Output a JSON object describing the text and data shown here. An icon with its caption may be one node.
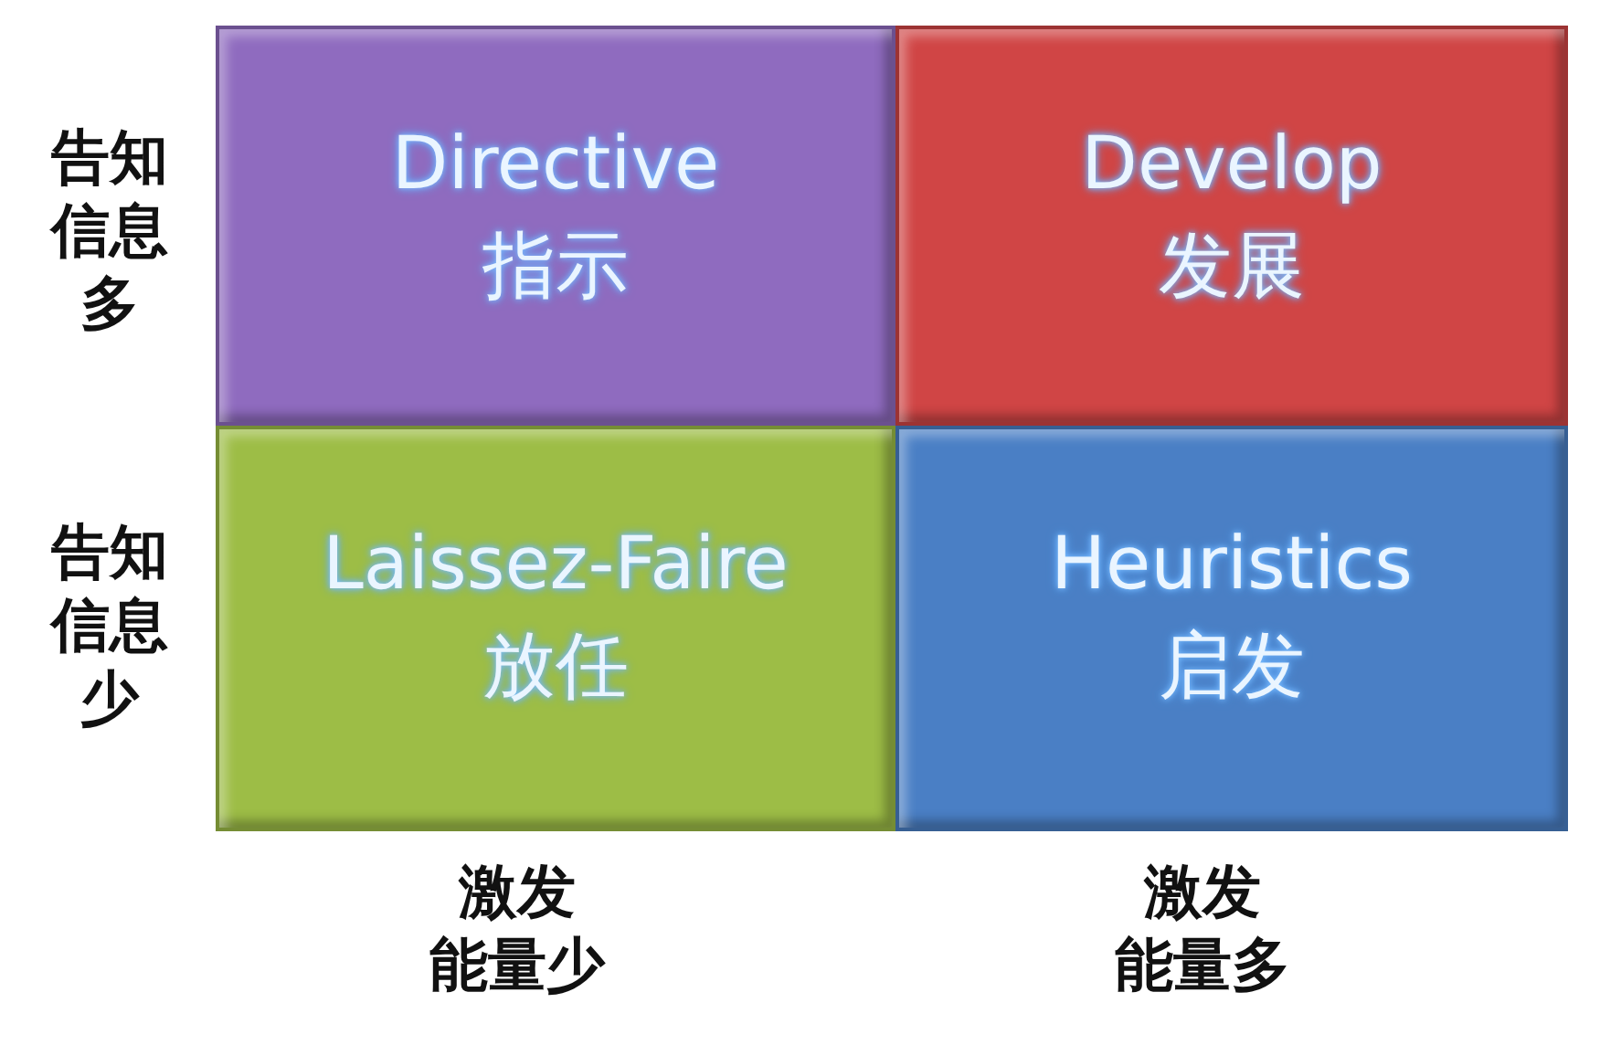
{
  "diagram": {
    "nodes": [
      {
        "text": [
          "Directive",
          "指示"
        ]
      },
      {
        "text": [
          "Develop",
          "发展"
        ]
      },
      {
        "text": [
          "Laissez-Faire",
          "放任"
        ]
      },
      {
        "text": [
          "Heuristics",
          "启发"
        ]
      }
    ],
    "labels": [
      "告知信息多",
      "告知信息少",
      "激发能量少",
      "激发能量多"
    ]
  }
}
